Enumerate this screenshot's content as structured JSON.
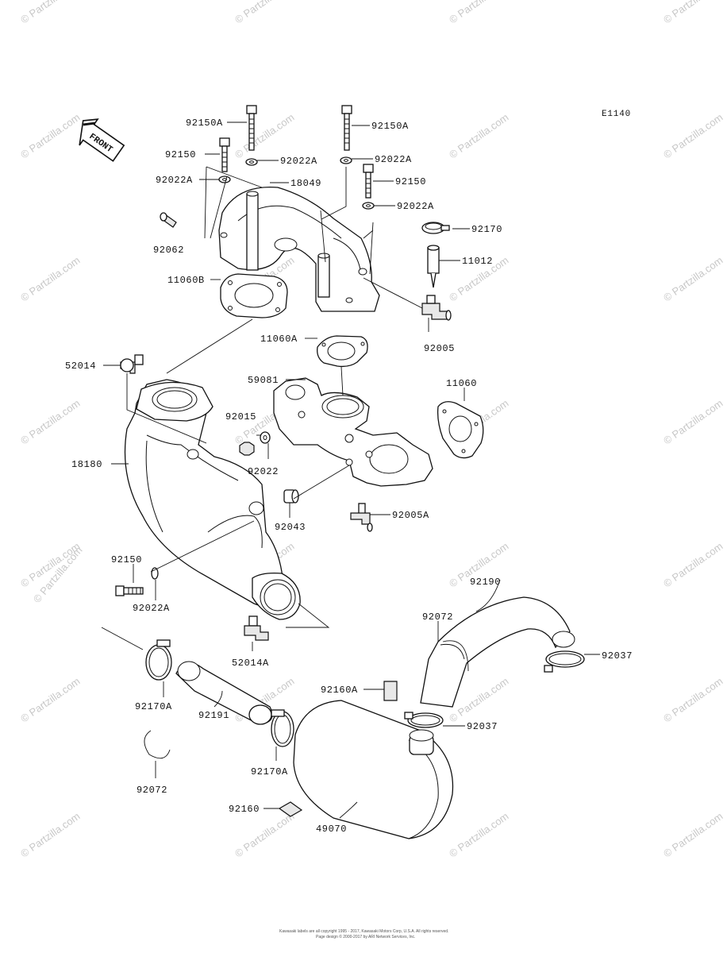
{
  "diagram_code": "E1140",
  "front_label": "FRONT",
  "watermark_text": "© Partzilla.com",
  "side_watermark_text": "© Partzilla.com",
  "copyright_lines": [
    "Kawasaki labels are all copyright 1995 - 2017, Kawasaki Motors Corp, U.S.A. All rights reserved.",
    "Page design ©  2000-2017 by ARI Network Services, Inc."
  ],
  "labels": {
    "p92150A_top_left": "92150A",
    "p92150A_top_right": "92150A",
    "p92150_left": "92150",
    "p92022A_center": "92022A",
    "p92022A_right": "92022A",
    "p92022A_left": "92022A",
    "p18049": "18049",
    "p92150_right": "92150",
    "p92022A_right2": "92022A",
    "p92170": "92170",
    "p92062": "92062",
    "p11012": "11012",
    "p11060B": "11060B",
    "p92005": "92005",
    "p11060A": "11060A",
    "p52014": "52014",
    "p59081": "59081",
    "p11060": "11060",
    "p92015": "92015",
    "p18180": "18180",
    "p92022": "92022",
    "p92043": "92043",
    "p92005A": "92005A",
    "p92150_low": "92150",
    "p92022A_low": "92022A",
    "p92190": "92190",
    "p92072_right": "92072",
    "p92037_right": "92037",
    "p52014A": "52014A",
    "p92160A": "92160A",
    "p92170A_left": "92170A",
    "p92191": "92191",
    "p92037_mid": "92037",
    "p92170A_mid": "92170A",
    "p92072_left": "92072",
    "p92160": "92160",
    "p49070": "49070"
  }
}
